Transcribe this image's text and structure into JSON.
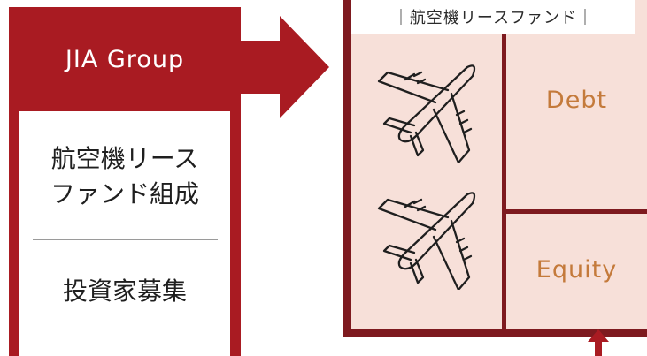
{
  "jia": {
    "title": "JIA Group",
    "role1_line1": "航空機リース",
    "role1_line2": "ファンド組成",
    "role2": "投資家募集"
  },
  "fund": {
    "label": "｜航空機リースファンド｜",
    "debt": "Debt",
    "equity": "Equity"
  },
  "icons": [
    "right-arrow-icon",
    "airplane-icon",
    "airplane-icon",
    "up-arrow-icon"
  ],
  "colors": {
    "jia_red": "#a91b22",
    "fund_border": "#7e1a1f",
    "fund_fill": "#f7e0d9",
    "finance_text": "#c47a3b"
  }
}
